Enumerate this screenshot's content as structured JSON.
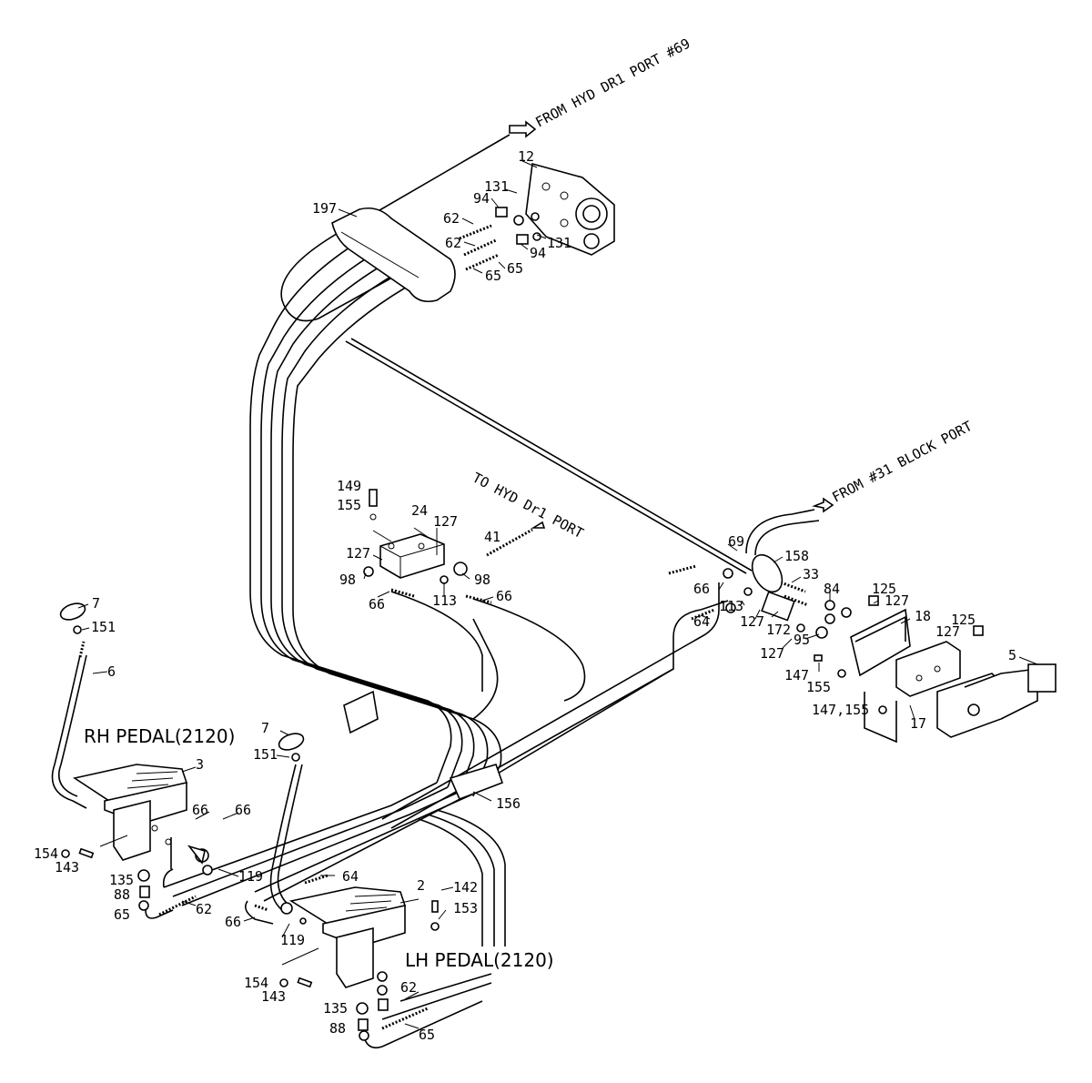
{
  "notes": {
    "from_hyd_port_69": "FROM HYD DR1 PORT #69",
    "from_31_block_port": "FROM #31 BLOCK PORT",
    "to_hyd_dr1_port": "TO HYD Dr1 PORT"
  },
  "assemblies": {
    "rh_pedal": "RH PEDAL(2120)",
    "lh_pedal": "LH PEDAL(2120)"
  },
  "callouts": {
    "c12": "12",
    "c197": "197",
    "c131a": "131",
    "c94a": "94",
    "c62a": "62",
    "c62b": "62",
    "c131b": "131",
    "c94b": "94",
    "c65a": "65",
    "c65b": "65",
    "c149": "149",
    "c155a": "155",
    "c24": "24",
    "c127a": "127",
    "c127b": "127",
    "c41": "41",
    "c98a": "98",
    "c98b": "98",
    "c66a": "66",
    "c113a": "113",
    "c66b": "66",
    "c69": "69",
    "c158": "158",
    "c33": "33",
    "c84": "84",
    "c125a": "125",
    "c127c": "127",
    "c66c": "66",
    "c113b": "113",
    "c64a": "64",
    "c127d": "127",
    "c172": "172",
    "c18": "18",
    "c125b": "125",
    "c127e": "127",
    "c95": "95",
    "c127f": "127",
    "c5": "5",
    "c147a": "147",
    "c155b": "155",
    "c147_155": "147,155",
    "c17": "17",
    "c7a": "7",
    "c151a": "151",
    "c6": "6",
    "c3": "3",
    "c66d": "66",
    "c66e": "66",
    "c154a": "154",
    "c143a": "143",
    "c135a": "135",
    "c88a": "88",
    "c65c": "65",
    "c62c": "62",
    "c119a": "119",
    "c7b": "7",
    "c151b": "151",
    "c156": "156",
    "c64b": "64",
    "c2": "2",
    "c142": "142",
    "c153": "153",
    "c66f": "66",
    "c119b": "119",
    "c154b": "154",
    "c143b": "143",
    "c135b": "135",
    "c88b": "88",
    "c62d": "62",
    "c65d": "65"
  }
}
